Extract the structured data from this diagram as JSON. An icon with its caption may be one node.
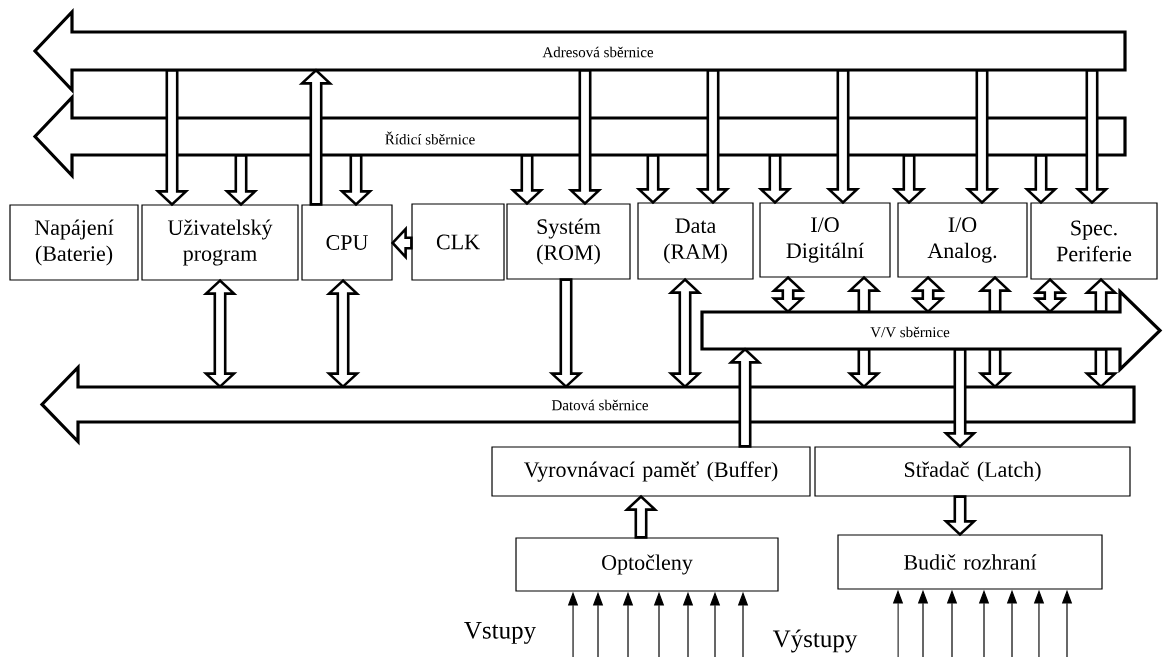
{
  "diagram": {
    "nodes": [
      {
        "text": [
          "Adresová sběrnice"
        ]
      },
      {
        "text": [
          "Řídicí sběrnice"
        ]
      },
      {
        "text": [
          "Napájení (Baterie)"
        ]
      },
      {
        "text": [
          "Uživatelský program"
        ]
      },
      {
        "text": [
          "CPU"
        ]
      },
      {
        "text": [
          "CLK"
        ]
      },
      {
        "text": [
          "Systém (ROM)"
        ]
      },
      {
        "text": [
          "Data (RAM)"
        ]
      },
      {
        "text": [
          "I/O Digitální"
        ]
      },
      {
        "text": [
          "I/O Analog."
        ]
      },
      {
        "text": [
          "Spec. Periferie"
        ]
      },
      {
        "text": [
          "V/V sběrnice"
        ]
      },
      {
        "text": [
          "Datová sběrnice"
        ]
      },
      {
        "text": [
          "Vyrovnávací paměť (Buffer)"
        ]
      },
      {
        "text": [
          "Střadač (Latch)"
        ]
      },
      {
        "text": [
          "Optočleny"
        ]
      },
      {
        "text": [
          "Budič rozhraní"
        ]
      }
    ],
    "edges": [
      {
        "from": 0,
        "to": 3,
        "arrow": "to",
        "style": "thick"
      },
      {
        "from": 4,
        "to": 0,
        "arrow": "to",
        "style": "thick"
      },
      {
        "from": 0,
        "to": 6,
        "arrow": "to",
        "style": "thick"
      },
      {
        "from": 0,
        "to": 7,
        "arrow": "to",
        "style": "thick"
      },
      {
        "from": 0,
        "to": 8,
        "arrow": "to",
        "style": "thick"
      },
      {
        "from": 0,
        "to": 9,
        "arrow": "to",
        "style": "thick"
      },
      {
        "from": 0,
        "to": 10,
        "arrow": "to",
        "style": "thick"
      },
      {
        "from": 1,
        "to": 3,
        "arrow": "to",
        "style": "thick"
      },
      {
        "from": 1,
        "to": 4,
        "arrow": "to",
        "style": "thick"
      },
      {
        "from": 1,
        "to": 6,
        "arrow": "to",
        "style": "thick"
      },
      {
        "from": 1,
        "to": 7,
        "arrow": "to",
        "style": "thick"
      },
      {
        "from": 1,
        "to": 8,
        "arrow": "to",
        "style": "thick"
      },
      {
        "from": 1,
        "to": 9,
        "arrow": "to",
        "style": "thick"
      },
      {
        "from": 1,
        "to": 10,
        "arrow": "to",
        "style": "thick"
      },
      {
        "from": 5,
        "to": 4,
        "arrow": "to",
        "style": "thick"
      },
      {
        "from": 3,
        "to": 12,
        "arrow": "both",
        "style": "thick"
      },
      {
        "from": 4,
        "to": 12,
        "arrow": "both",
        "style": "thick"
      },
      {
        "from": 6,
        "to": 12,
        "arrow": "to",
        "style": "thick"
      },
      {
        "from": 7,
        "to": 12,
        "arrow": "both",
        "style": "thick"
      },
      {
        "from": 8,
        "to": 11,
        "arrow": "both",
        "style": "thick"
      },
      {
        "from": 11,
        "to": 8,
        "arrow": "to",
        "style": "thick"
      },
      {
        "from": 9,
        "to": 11,
        "arrow": "both",
        "style": "thick"
      },
      {
        "from": 11,
        "to": 9,
        "arrow": "to",
        "style": "thick"
      },
      {
        "from": 10,
        "to": 11,
        "arrow": "both",
        "style": "thick"
      },
      {
        "from": 11,
        "to": 10,
        "arrow": "to",
        "style": "thick"
      },
      {
        "from": 11,
        "to": 12,
        "arrow": "to",
        "style": "thick"
      },
      {
        "from": 11,
        "to": 12,
        "arrow": "to",
        "style": "thick"
      },
      {
        "from": 11,
        "to": 12,
        "arrow": "to",
        "style": "thick"
      },
      {
        "from": 13,
        "to": 11,
        "arrow": "to",
        "style": "thick"
      },
      {
        "from": 11,
        "to": 14,
        "arrow": "to",
        "style": "thick"
      },
      {
        "from": 15,
        "to": 13,
        "arrow": "to",
        "style": "thick"
      },
      {
        "from": 14,
        "to": 16,
        "arrow": "to",
        "style": "thick"
      },
      {
        "from": null,
        "to": 15,
        "arrow": "to"
      },
      {
        "from": null,
        "to": 15,
        "arrow": "to"
      },
      {
        "from": null,
        "to": 15,
        "arrow": "to"
      },
      {
        "from": null,
        "to": 15,
        "arrow": "to"
      },
      {
        "from": null,
        "to": 15,
        "arrow": "to"
      },
      {
        "from": null,
        "to": 15,
        "arrow": "to"
      },
      {
        "from": null,
        "to": 15,
        "arrow": "to"
      },
      {
        "from": null,
        "to": 16,
        "arrow": "to"
      },
      {
        "from": null,
        "to": 16,
        "arrow": "to"
      },
      {
        "from": null,
        "to": 16,
        "arrow": "to"
      },
      {
        "from": null,
        "to": 16,
        "arrow": "to"
      },
      {
        "from": null,
        "to": 16,
        "arrow": "to"
      },
      {
        "from": null,
        "to": 16,
        "arrow": "to"
      },
      {
        "from": null,
        "to": 16,
        "arrow": "to"
      }
    ],
    "labels": [
      "Vstupy",
      "Výstupy"
    ]
  }
}
